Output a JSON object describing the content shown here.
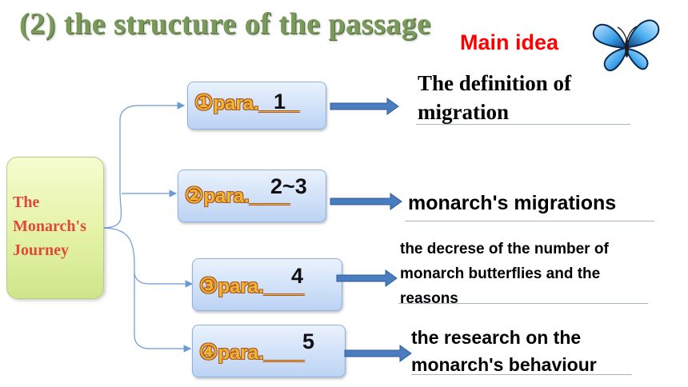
{
  "title": "(2) the structure of the passage",
  "main_idea_label": "Main idea",
  "root": {
    "line1": "The",
    "line2": "Monarch's",
    "line3": "Journey"
  },
  "paras": [
    {
      "circle": "①",
      "label": "para.",
      "blank": "____",
      "number": "1",
      "idea_lines": [
        "The definition of",
        "migration"
      ]
    },
    {
      "circle": "②",
      "label": "para.",
      "blank": "____",
      "number": "2~3",
      "idea_lines": [
        "monarch's migrations"
      ]
    },
    {
      "circle": "③",
      "label": "para.",
      "blank": "____",
      "number": "4",
      "idea_lines": [
        "the decrese of the number of",
        "monarch butterflies and the",
        "reasons"
      ]
    },
    {
      "circle": "④",
      "label": "para.",
      "blank": "____",
      "number": "5",
      "idea_lines": [
        "the research on the",
        "monarch's behaviour"
      ]
    }
  ],
  "colors": {
    "title": "#7a9a5a",
    "main_idea": "#ff0000",
    "root_text": "#e0483a",
    "para_label": "#f3b52f",
    "arrow": "#4a7cc0",
    "connector": "#6b9bd2"
  },
  "icons": {
    "decoration": "butterfly-icon"
  }
}
